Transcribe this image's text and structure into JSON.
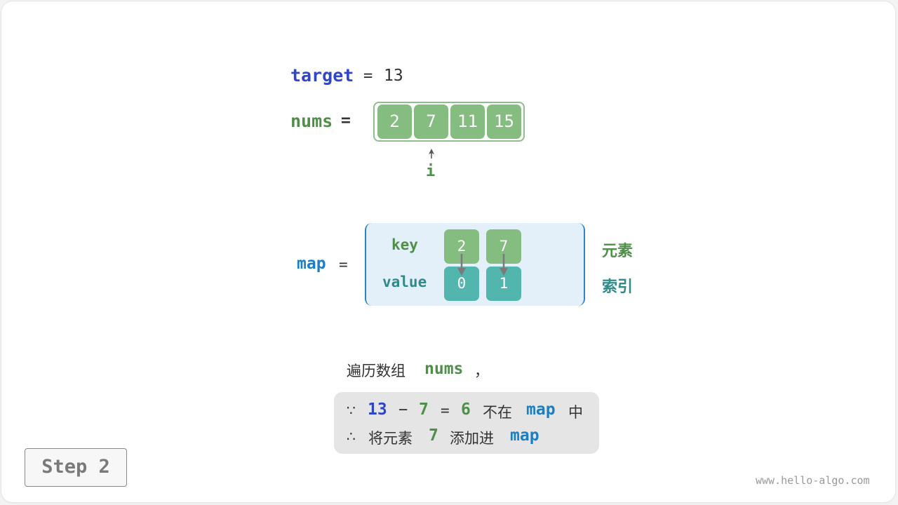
{
  "target": {
    "name": "target",
    "eq": "=",
    "value": "13"
  },
  "nums": {
    "name": "nums",
    "eq": "=",
    "values": [
      "2",
      "7",
      "11",
      "15"
    ],
    "pointer": "i"
  },
  "map": {
    "name": "map",
    "eq": "=",
    "key_label": "key",
    "value_label": "value",
    "keys": [
      "2",
      "7"
    ],
    "values": [
      "0",
      "1"
    ],
    "key_caption": "元素",
    "value_caption": "索引"
  },
  "explanation": {
    "line1_prefix": "遍历数组",
    "line1_var": "nums",
    "line1_suffix": "，",
    "because_sym": "∵",
    "therefore_sym": "∴",
    "b_target": "13",
    "b_minus": "−",
    "b_num": "7",
    "b_eq": "=",
    "b_result": "6",
    "b_text": "不在",
    "b_map": "map",
    "b_text2": "中",
    "t_text": "将元素",
    "t_num": "7",
    "t_text2": "添加进",
    "t_map": "map"
  },
  "step_label": "Step 2",
  "watermark": "www.hello-algo.com",
  "colors": {
    "green": "#85bd80",
    "teal": "#52b5ae",
    "blue": "#2f46c8",
    "map_blue": "#1b7fc4"
  }
}
